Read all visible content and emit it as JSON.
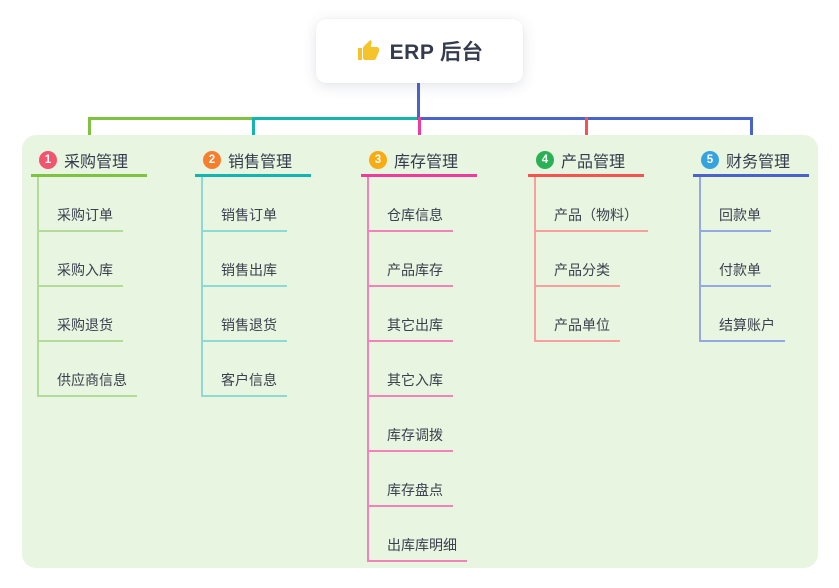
{
  "root": {
    "title": "ERP 后台",
    "icon": "thumbs-up-icon",
    "icon_color": "#f7c32a"
  },
  "colors": {
    "canvas_bg": "#ffffff",
    "panel_bg": "#e8f5e1",
    "stem": "#4a63cc",
    "text_dark": "#343b4c"
  },
  "branches": [
    {
      "num": "1",
      "title": "采购管理",
      "badge_color": "#f2536d",
      "line_color": "#7fc241",
      "child_line_color": "#b2db97",
      "children": [
        "采购订单",
        "采购入库",
        "采购退货",
        "供应商信息"
      ]
    },
    {
      "num": "2",
      "title": "销售管理",
      "badge_color": "#f67e2d",
      "line_color": "#14b5ae",
      "child_line_color": "#8ed9d3",
      "children": [
        "销售订单",
        "销售出库",
        "销售退货",
        "客户信息"
      ]
    },
    {
      "num": "3",
      "title": "库存管理",
      "badge_color": "#f9ab13",
      "line_color": "#ee3c9e",
      "child_line_color": "#f283b8",
      "children": [
        "仓库信息",
        "产品库存",
        "其它出库",
        "其它入库",
        "库存调拨",
        "库存盘点",
        "出库库明细"
      ]
    },
    {
      "num": "4",
      "title": "产品管理",
      "badge_color": "#2bb155",
      "line_color": "#f5534f",
      "child_line_color": "#f9a09c",
      "children": [
        "产品（物料）",
        "产品分类",
        "产品单位"
      ]
    },
    {
      "num": "5",
      "title": "财务管理",
      "badge_color": "#36a3de",
      "line_color": "#4a63cc",
      "child_line_color": "#94a9e4",
      "children": [
        "回款单",
        "付款单",
        "结算账户"
      ]
    }
  ]
}
